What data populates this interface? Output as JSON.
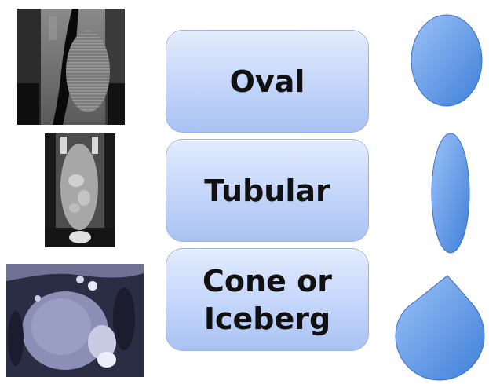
{
  "rows": [
    {
      "label": "Oval",
      "shape": "oval-shape"
    },
    {
      "label": "Tubular",
      "shape": "tubular-shape"
    },
    {
      "label": "Cone or\nIceberg",
      "shape": "teardrop-shape"
    }
  ],
  "colors": {
    "box_top": "#e3ecfd",
    "box_bottom": "#a9c2f3",
    "shape_light": "#9cc2f7",
    "shape_dark": "#3f7fd9",
    "text": "#111111"
  }
}
